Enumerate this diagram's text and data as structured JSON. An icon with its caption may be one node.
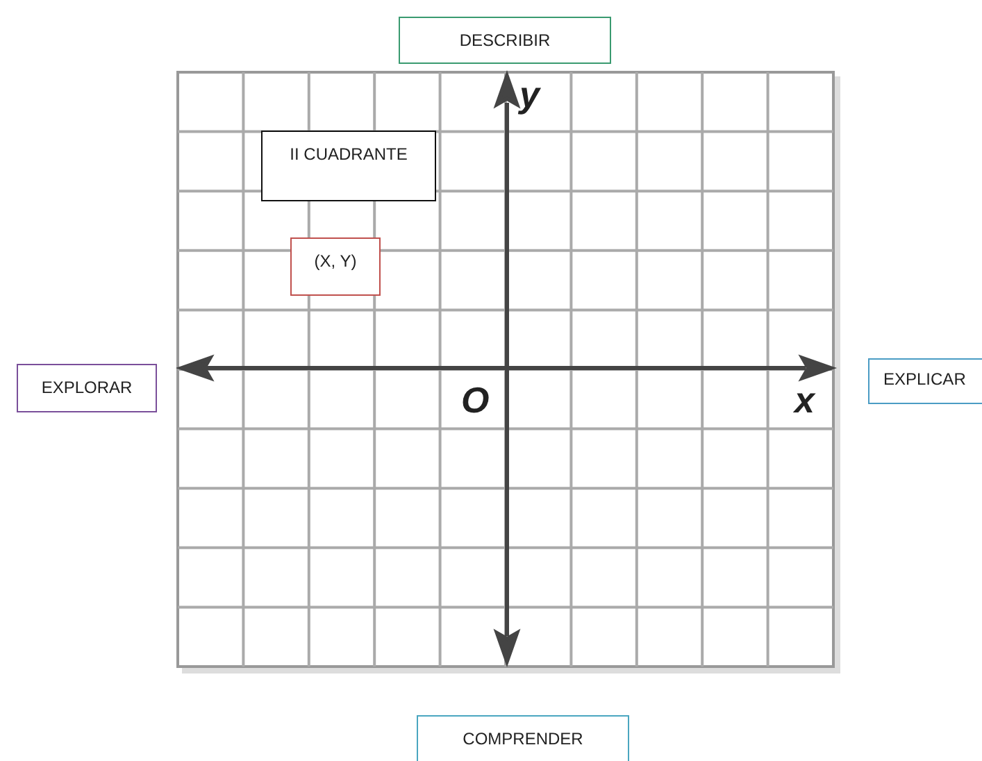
{
  "diagram": {
    "nodes": [
      {
        "text": [
          "DESCRIBIR"
        ]
      },
      {
        "text": [
          "II CUADRANTE"
        ]
      },
      {
        "text": [
          "(X, Y)"
        ]
      },
      {
        "text": [
          "EXPLORAR"
        ]
      },
      {
        "text": [
          "EXPLICAR"
        ]
      },
      {
        "text": [
          "COMPRENDER"
        ]
      }
    ],
    "labels": [
      "y",
      "O",
      "x"
    ]
  }
}
